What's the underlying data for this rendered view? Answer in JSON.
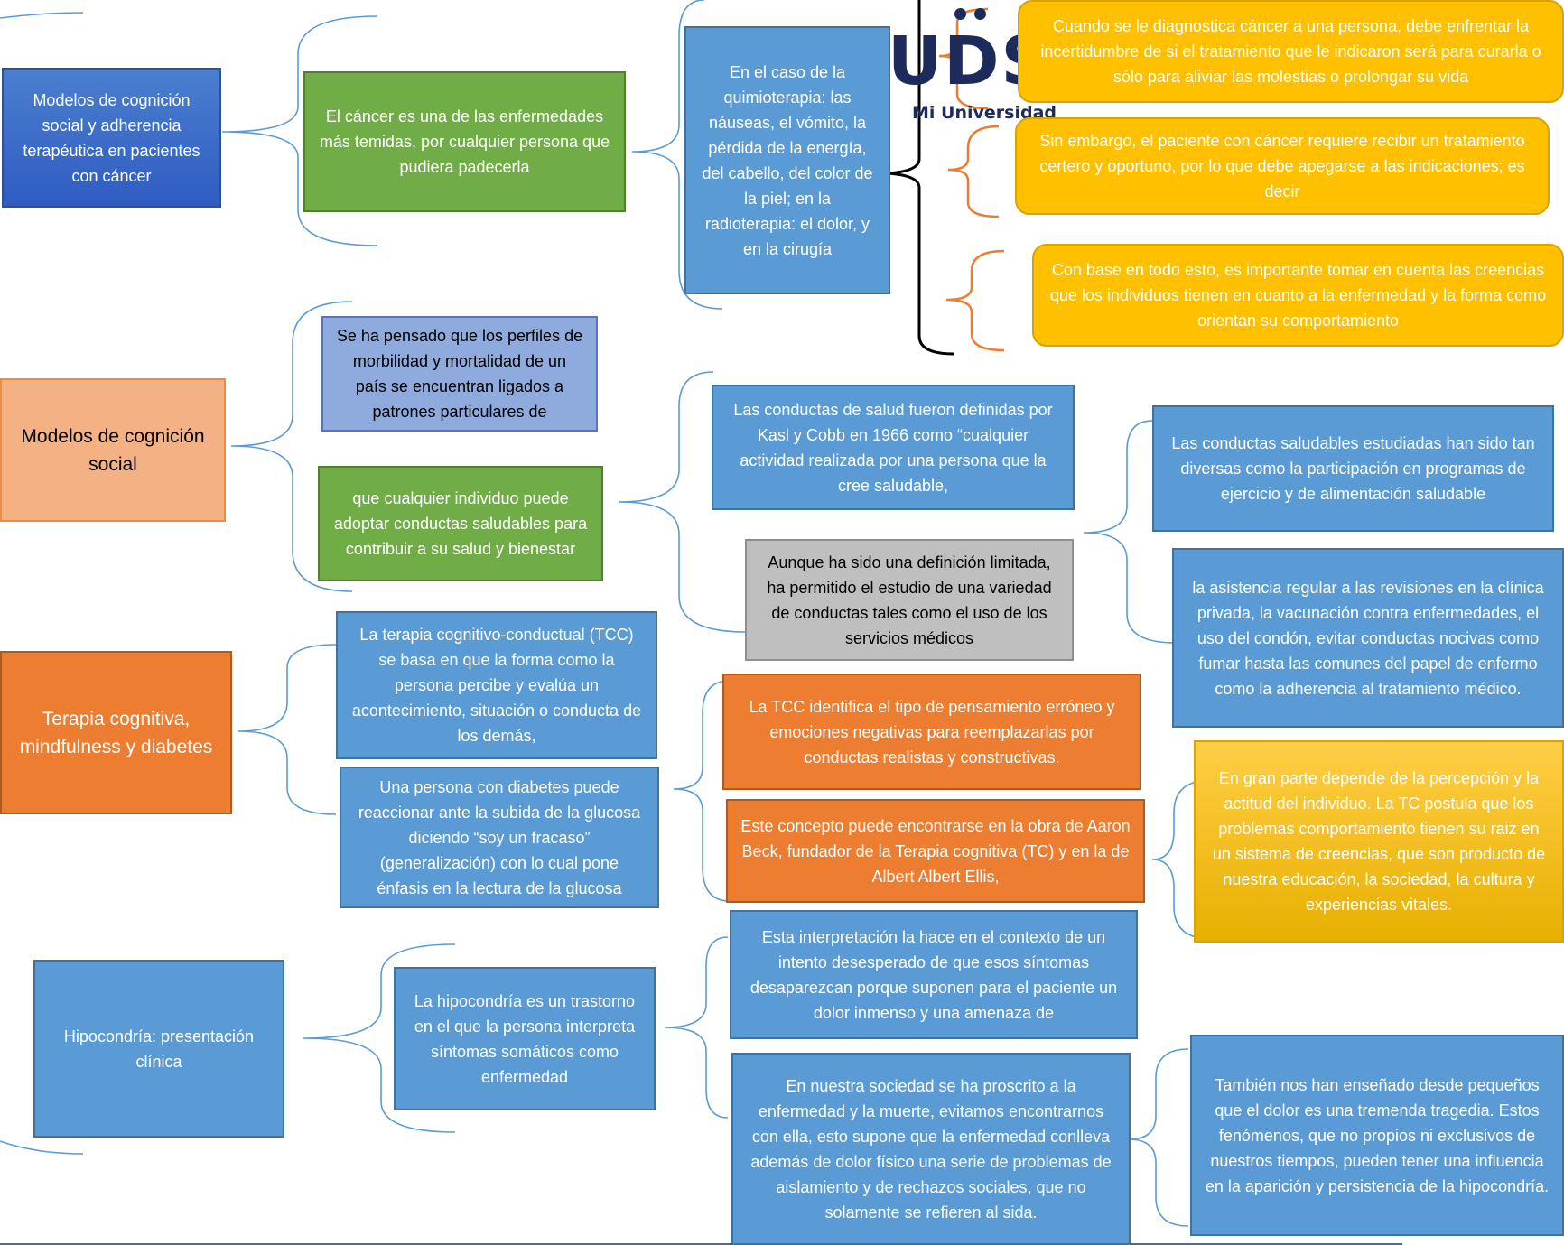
{
  "logo": {
    "text": "UDS",
    "tagline": "Mi Universidad"
  },
  "boxes": {
    "modelos_adherencia": "Modelos de cognición social y adherencia terapéutica en pacientes con cáncer",
    "cancer_temida": "El cáncer es una de las enfermedades más temidas, por cualquier persona que pudiera padecerla",
    "quimioterapia": "En el caso de la quimioterapia: las náuseas, el vómito, la pérdida de la energía, del cabello, del color de la piel; en la radioterapia: el dolor, y en la cirugía",
    "diagnostico": "Cuando se le diagnostica cáncer a una persona, debe enfrentar la incertidumbre de si el tratamiento que le indicaron será para curarla o sólo para aliviar las molestias o prolongar su vida",
    "sin_embargo": "Sin embargo, el paciente con cáncer requiere recibir un tratamiento certero y oportuno, por lo que debe apegarse a las indicaciones; es decir",
    "con_base": "Con base en todo esto, es importante tomar en cuenta las creencias que los individuos tienen en cuanto a la enfermedad y la forma como orientan su comportamiento",
    "modelos_cognicion": "Modelos de cognición social",
    "perfiles": "Se ha pensado que los perfiles de morbilidad y mortalidad de un país se encuentran ligados a patrones particulares de",
    "cualquier_individuo": "que cualquier individuo puede adoptar conductas saludables para contribuir a su salud y bienestar",
    "kasl_cobb": "Las conductas de salud fueron definidas por Kasl y Cobb en 1966 como “cualquier actividad realizada por una persona que la cree saludable,",
    "aunque": "Aunque ha sido una definición limitada, ha permitido el estudio de una variedad de conductas tales como el uso de los servicios médicos",
    "conductas_estudiadas": "Las conductas saludables estudiadas han sido tan diversas como la participación en programas de ejercicio y de alimentación saludable",
    "asistencia": "la asistencia regular a las revisiones en la clínica privada, la vacunación contra enfermedades, el uso del condón, evitar conductas nocivas como fumar hasta las comunes del papel de enfermo como la adherencia al tratamiento médico.",
    "terapia_mindfulness": "Terapia cognitiva, mindfulness y diabetes",
    "tcc_base": "La terapia cognitivo-conductual (TCC) se basa en que la forma como la persona percibe y evalúa un acontecimiento, situación o conducta de los demás,",
    "diabetes_reaccion": "Una persona con diabetes puede reaccionar ante la subida de la glucosa diciendo “soy un fracaso” (generalización) con lo cual pone énfasis en la lectura de la glucosa",
    "tcc_identifica": "La TCC identifica el tipo de pensamiento erróneo y emociones negativas para reemplazarlas por conductas realistas y constructivas.",
    "beck": "Este concepto puede encontrarse en la obra de Aaron Beck, fundador de la Terapia cognitiva (TC) y en la de Albert Albert Ellis,",
    "percepcion": "En gran parte depende de la percepción y la actitud del individuo. La TC postula que los problemas comportamiento tienen su raiz en un sistema de creencias, que son producto de nuestra educación, la sociedad, la cultura y experiencias vitales.",
    "hipocondria_clinica": "Hipocondría: presentación clínica",
    "hipocondria_trastorno": "La hipocondría es un trastorno en el que la persona interpreta síntomas somáticos como enfermedad",
    "interpretacion": "Esta interpretación la hace en el contexto de un intento desesperado de que esos síntomas desaparezcan porque suponen para el paciente un dolor inmenso y una amenaza de",
    "sociedad": "En nuestra sociedad se ha proscrito a la enfermedad y la muerte, evitamos encontrarnos con ella, esto supone que la enfermedad conlleva además de dolor físico una serie de problemas de aislamiento y de rechazos sociales, que no solamente se refieren al sida.",
    "dolor_tragedia": "También nos han enseñado desde pequeños que el dolor es una tremenda tragedia. Estos fenómenos, que no propios ni exclusivos de nuestros tiempos, pueden tener una influencia en la aparición y persistencia de la hipocondría."
  },
  "colors": {
    "connector": "#5b9bd5",
    "orange_brace": "#ed7d31",
    "black_brace": "#000000"
  }
}
